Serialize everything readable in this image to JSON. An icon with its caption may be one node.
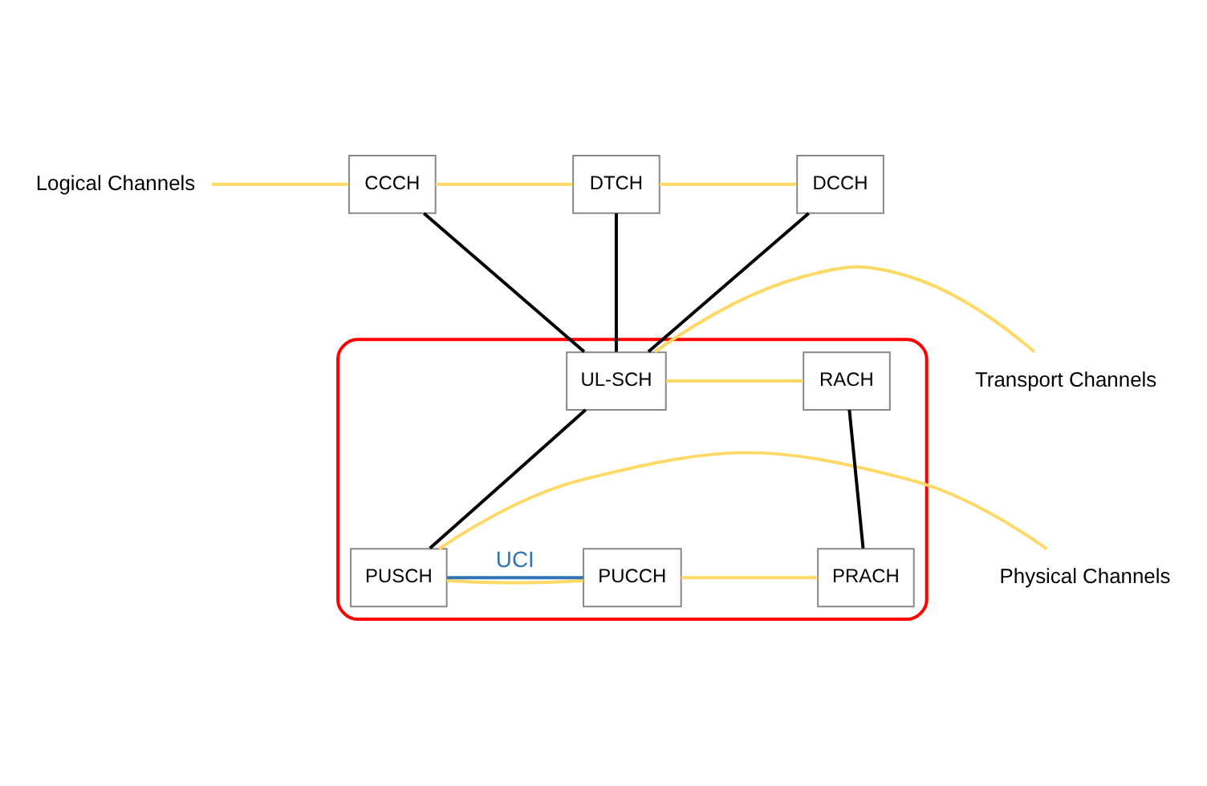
{
  "diagram": {
    "nodes": [
      {
        "text": [
          "Logical Channels"
        ]
      },
      {
        "text": [
          "CCCH"
        ]
      },
      {
        "text": [
          "DTCH"
        ]
      },
      {
        "text": [
          "DCCH"
        ]
      },
      {
        "text": [
          "Transport Channels"
        ]
      },
      {
        "text": [],
        "shape": "box"
      },
      {
        "text": [
          "UL-SCH"
        ],
        "in": 5
      },
      {
        "text": [
          "RACH"
        ],
        "in": 5
      },
      {
        "text": [
          "Physical Channels"
        ]
      },
      {
        "text": [
          "PUSCH"
        ],
        "in": 5
      },
      {
        "text": [
          "PUCCH"
        ],
        "in": 5
      },
      {
        "text": [
          "PRACH"
        ],
        "in": 5
      }
    ],
    "edges": [
      {
        "from": 0,
        "to": 1,
        "arrow": "none"
      },
      {
        "from": 1,
        "to": 2,
        "arrow": "none"
      },
      {
        "from": 2,
        "to": 3,
        "arrow": "none"
      },
      {
        "from": 1,
        "to": 6,
        "arrow": "none",
        "color": "#000000"
      },
      {
        "from": 2,
        "to": 6,
        "arrow": "none",
        "color": "#000000"
      },
      {
        "from": 3,
        "to": 6,
        "arrow": "none",
        "color": "#000000"
      },
      {
        "from": 4,
        "to": 6,
        "arrow": "none"
      },
      {
        "from": 6,
        "to": 7,
        "arrow": "none"
      },
      {
        "from": 6,
        "to": 9,
        "arrow": "none",
        "color": "#000000"
      },
      {
        "from": 7,
        "to": 11,
        "arrow": "none",
        "color": "#000000"
      },
      {
        "from": 8,
        "to": 9,
        "arrow": "none"
      },
      {
        "from": 9,
        "to": 10,
        "arrow": "none"
      },
      {
        "from": 10,
        "to": 11,
        "arrow": "none"
      },
      {
        "from": 9,
        "to": 10,
        "label": "UCI",
        "arrow": "none",
        "color": "#2e75b6"
      }
    ]
  }
}
